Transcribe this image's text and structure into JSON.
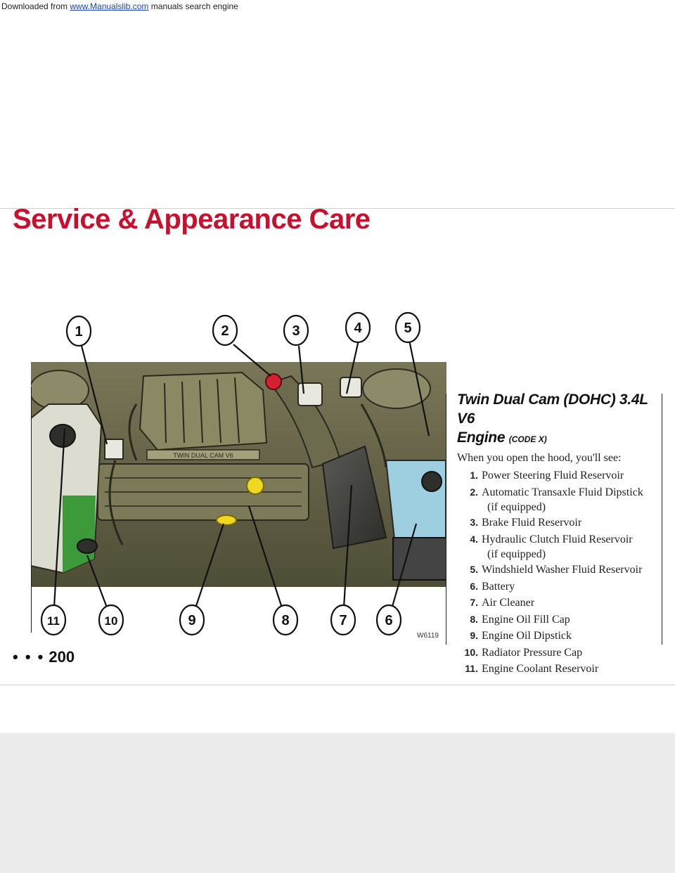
{
  "source_bar": {
    "prefix": "Downloaded from ",
    "link_text": "www.Manualslib.com",
    "suffix": " manuals search engine"
  },
  "section_title": "Service & Appearance Care",
  "figure": {
    "code": "W6119",
    "callouts": [
      "1",
      "2",
      "3",
      "4",
      "5",
      "6",
      "7",
      "8",
      "9",
      "10",
      "11"
    ],
    "engine_label": "TWIN DUAL CAM V6",
    "colors": {
      "engine_bg": "#6b6a4a",
      "washer_fluid": "#9ecfe0",
      "coolant": "#3d9a3a",
      "oil_cap": "#f0d820",
      "brake_cap": "#d42030"
    }
  },
  "text": {
    "heading_line1": "Twin Dual Cam (DOHC) 3.4L V6",
    "heading_line2": "Engine",
    "heading_code": "(CODE X)",
    "intro": "When you open the hood, you'll see:",
    "items": [
      {
        "num": "1.",
        "label": "Power Steering Fluid Reservoir",
        "sub": ""
      },
      {
        "num": "2.",
        "label": "Automatic Transaxle Fluid Dipstick",
        "sub": "(if equipped)"
      },
      {
        "num": "3.",
        "label": "Brake Fluid Reservoir",
        "sub": ""
      },
      {
        "num": "4.",
        "label": "Hydraulic Clutch Fluid Reservoir",
        "sub": "(if equipped)"
      },
      {
        "num": "5.",
        "label": "Windshield Washer Fluid Reservoir",
        "sub": ""
      },
      {
        "num": "6.",
        "label": "Battery",
        "sub": ""
      },
      {
        "num": "7.",
        "label": "Air Cleaner",
        "sub": ""
      },
      {
        "num": "8.",
        "label": "Engine Oil Fill Cap",
        "sub": ""
      },
      {
        "num": "9.",
        "label": "Engine Oil Dipstick",
        "sub": ""
      },
      {
        "num": "10.",
        "label": "Radiator Pressure Cap",
        "sub": ""
      },
      {
        "num": "11.",
        "label": "Engine Coolant Reservoir",
        "sub": ""
      }
    ]
  },
  "page_number": {
    "dots": "• • •",
    "value": "200"
  }
}
